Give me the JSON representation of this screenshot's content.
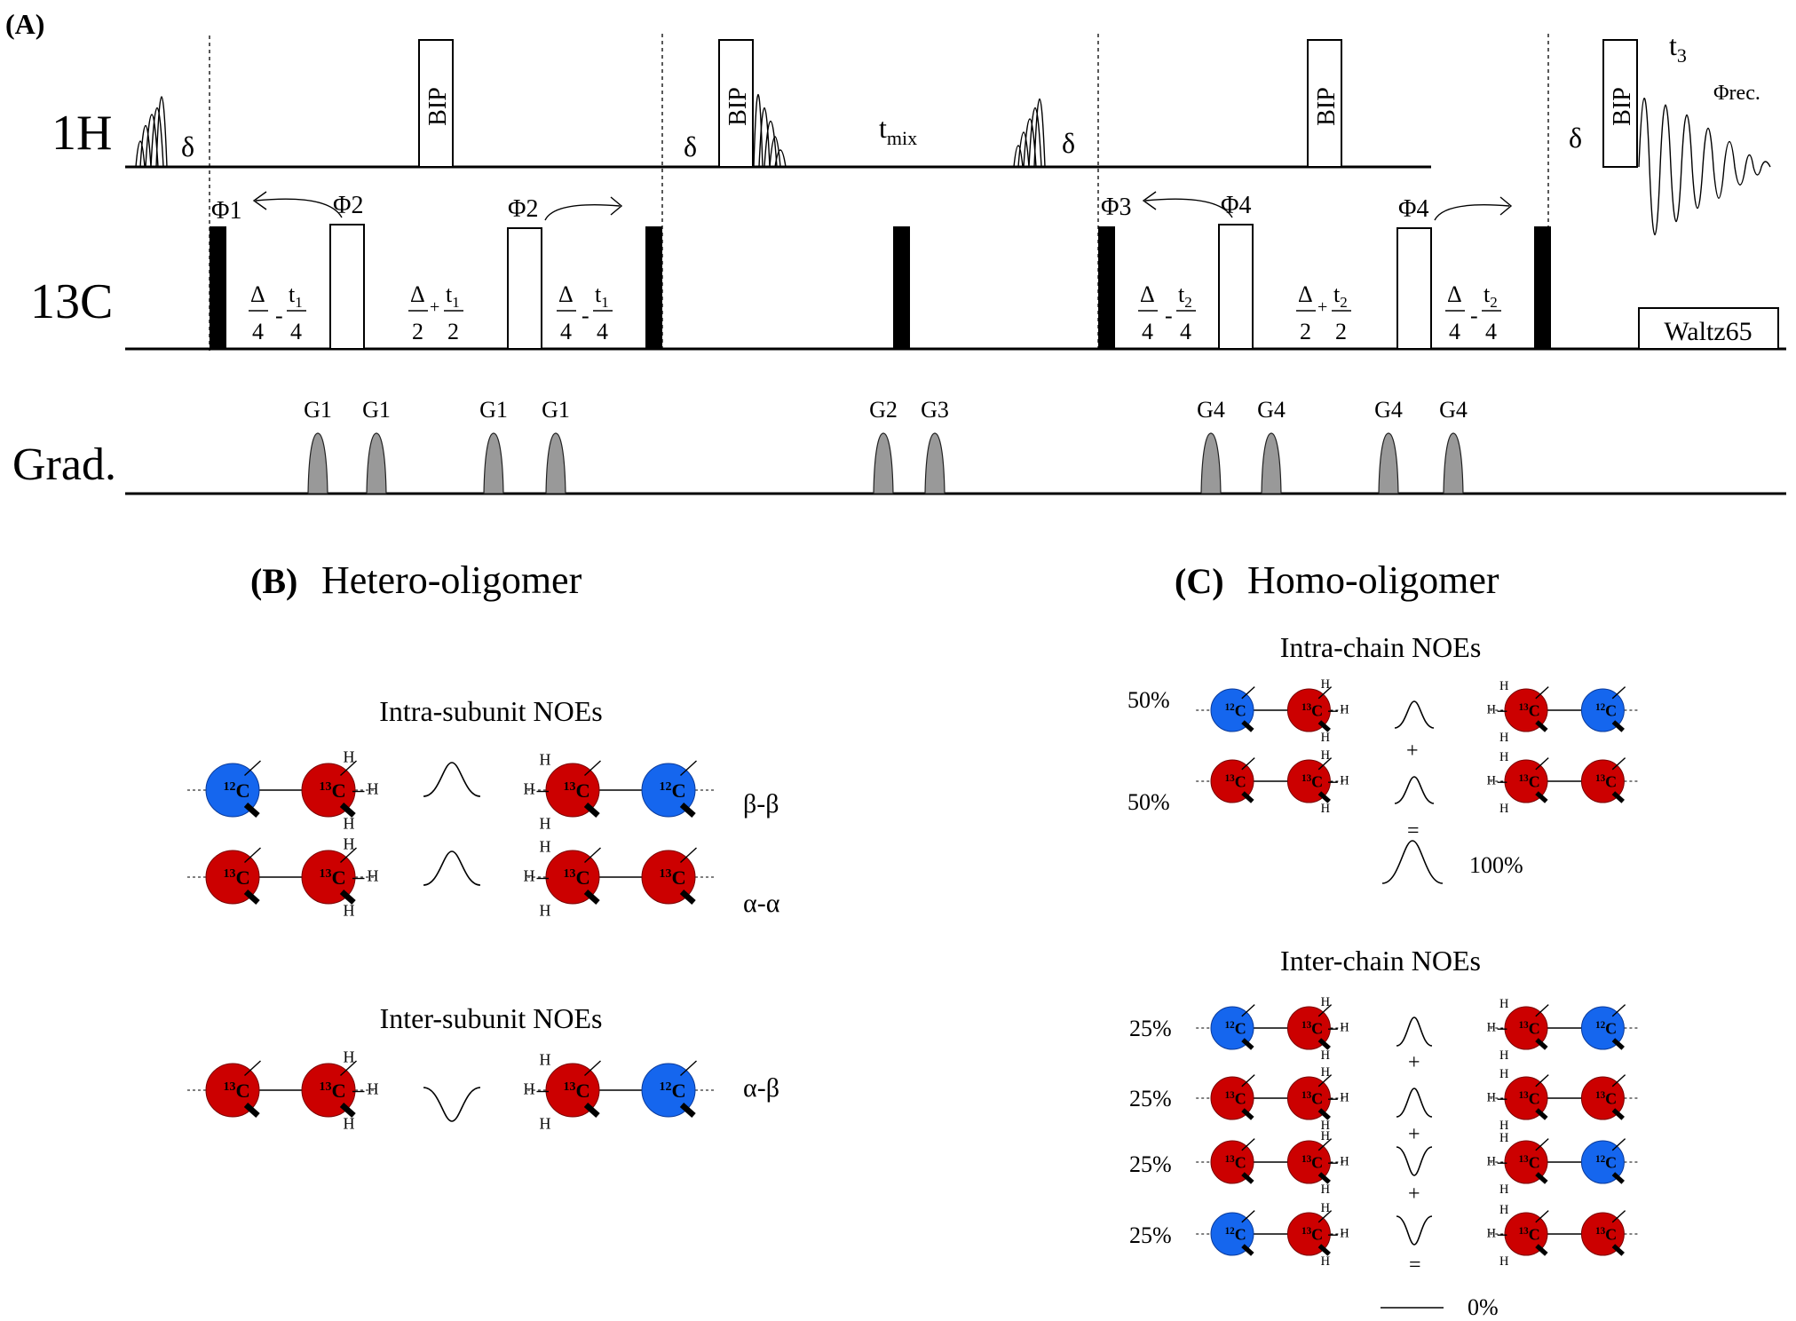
{
  "panelA": {
    "label": "(A)",
    "channels": {
      "h": "1H",
      "c": "13C",
      "grad": "Grad."
    },
    "h_labels": {
      "bip": "BIP",
      "delta": "δ",
      "tmix": "tmix",
      "t3": "t3",
      "phirec": "Φrec."
    },
    "phases": {
      "p1": "Φ1",
      "p2": "Φ2",
      "p3": "Φ3",
      "p4": "Φ4"
    },
    "delays": {
      "delta": "Δ",
      "t1": "t1",
      "t2": "t2",
      "four": "4",
      "two": "2",
      "minus": "-",
      "plus": "+"
    },
    "decoupling": "Waltz65",
    "gradients": [
      "G1",
      "G1",
      "G1",
      "G1",
      "G2",
      "G3",
      "G4",
      "G4",
      "G4",
      "G4"
    ]
  },
  "panelB": {
    "label": "(B)",
    "title": "Hetero-oligomer",
    "intra_title": "Intra-subunit NOEs",
    "inter_title": "Inter-subunit NOEs",
    "pair_labels": [
      "β-β",
      "α-α",
      "α-β"
    ]
  },
  "panelC": {
    "label": "(C)",
    "title": "Homo-oligomer",
    "intra_title": "Intra-chain NOEs",
    "inter_title": "Inter-chain NOEs",
    "intra_percents": [
      "50%",
      "50%"
    ],
    "intra_result": "100%",
    "inter_percents": [
      "25%",
      "25%",
      "25%",
      "25%"
    ],
    "inter_result": "0%",
    "plus": "+",
    "equals": "="
  },
  "atoms": {
    "c13": "13C",
    "c12": "12C",
    "h": "H"
  },
  "colors": {
    "c13": "#cc0000",
    "c12": "#1566ee",
    "gradient": "#999999"
  }
}
